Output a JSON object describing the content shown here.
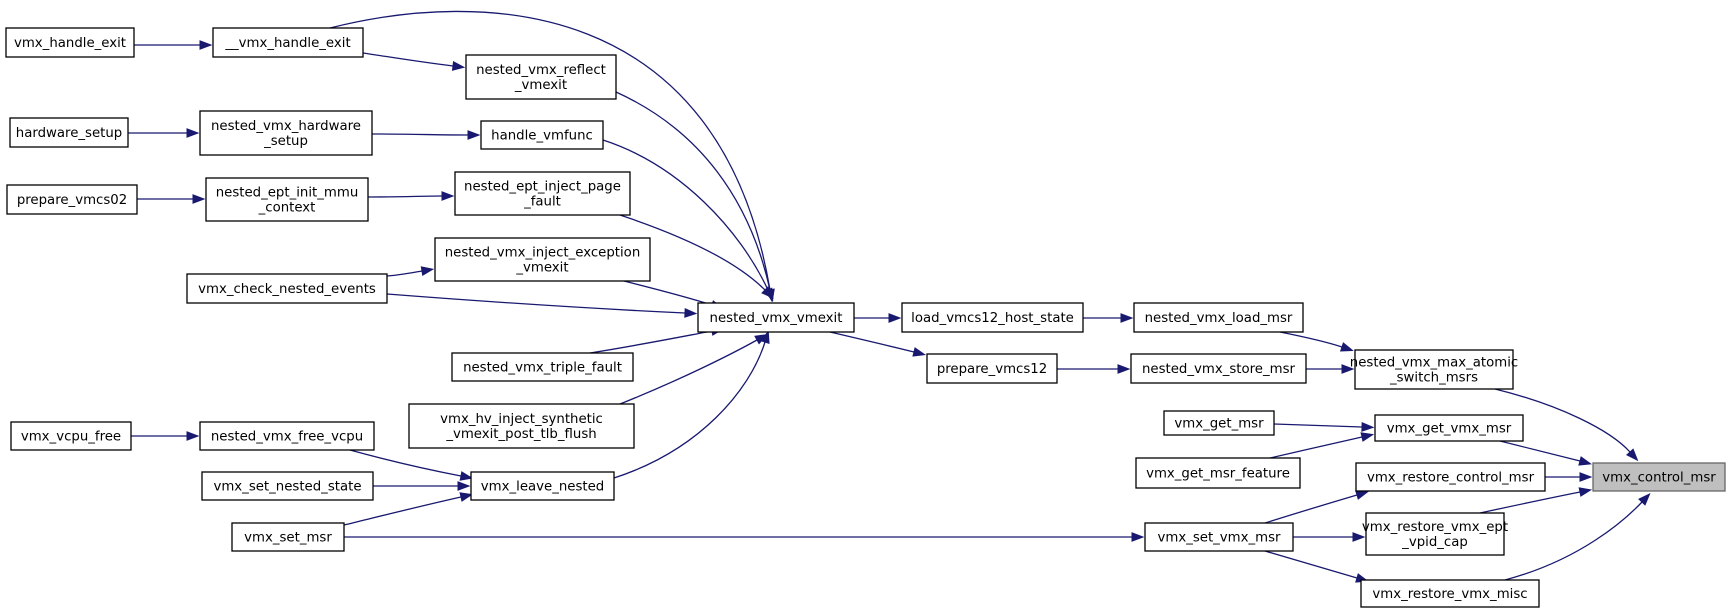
{
  "graph": {
    "direction": "right-to-left",
    "colors": {
      "edge": "#191970",
      "node_border": "#000000",
      "root_fill": "#bfbfbf",
      "root_border": "#666666"
    },
    "nodes": [
      {
        "id": "vmx_handle_exit",
        "lines": [
          "vmx_handle_exit"
        ]
      },
      {
        "id": "__vmx_handle_exit",
        "lines": [
          "__vmx_handle_exit"
        ]
      },
      {
        "id": "nested_vmx_reflect_vmexit",
        "lines": [
          "nested_vmx_reflect",
          "_vmexit"
        ]
      },
      {
        "id": "hardware_setup",
        "lines": [
          "hardware_setup"
        ]
      },
      {
        "id": "nested_vmx_hardware_setup",
        "lines": [
          "nested_vmx_hardware",
          "_setup"
        ]
      },
      {
        "id": "handle_vmfunc",
        "lines": [
          "handle_vmfunc"
        ]
      },
      {
        "id": "prepare_vmcs02",
        "lines": [
          "prepare_vmcs02"
        ]
      },
      {
        "id": "nested_ept_init_mmu_context",
        "lines": [
          "nested_ept_init_mmu",
          "_context"
        ]
      },
      {
        "id": "nested_ept_inject_page_fault",
        "lines": [
          "nested_ept_inject_page",
          "_fault"
        ]
      },
      {
        "id": "nested_vmx_inject_exception_vmexit",
        "lines": [
          "nested_vmx_inject_exception",
          "_vmexit"
        ]
      },
      {
        "id": "vmx_check_nested_events",
        "lines": [
          "vmx_check_nested_events"
        ]
      },
      {
        "id": "nested_vmx_vmexit",
        "lines": [
          "nested_vmx_vmexit"
        ]
      },
      {
        "id": "load_vmcs12_host_state",
        "lines": [
          "load_vmcs12_host_state"
        ]
      },
      {
        "id": "nested_vmx_load_msr",
        "lines": [
          "nested_vmx_load_msr"
        ]
      },
      {
        "id": "nested_vmx_triple_fault",
        "lines": [
          "nested_vmx_triple_fault"
        ]
      },
      {
        "id": "prepare_vmcs12",
        "lines": [
          "prepare_vmcs12"
        ]
      },
      {
        "id": "nested_vmx_store_msr",
        "lines": [
          "nested_vmx_store_msr"
        ]
      },
      {
        "id": "nested_vmx_max_atomic_switch_msrs",
        "lines": [
          "nested_vmx_max_atomic",
          "_switch_msrs"
        ]
      },
      {
        "id": "vmx_hv_inject_synthetic_vmexit_post_tlb_flush",
        "lines": [
          "vmx_hv_inject_synthetic",
          "_vmexit_post_tlb_flush"
        ]
      },
      {
        "id": "vmx_get_msr",
        "lines": [
          "vmx_get_msr"
        ]
      },
      {
        "id": "vmx_get_vmx_msr",
        "lines": [
          "vmx_get_vmx_msr"
        ]
      },
      {
        "id": "vmx_vcpu_free",
        "lines": [
          "vmx_vcpu_free"
        ]
      },
      {
        "id": "nested_vmx_free_vcpu",
        "lines": [
          "nested_vmx_free_vcpu"
        ]
      },
      {
        "id": "vmx_get_msr_feature",
        "lines": [
          "vmx_get_msr_feature"
        ]
      },
      {
        "id": "vmx_set_nested_state",
        "lines": [
          "vmx_set_nested_state"
        ]
      },
      {
        "id": "vmx_leave_nested",
        "lines": [
          "vmx_leave_nested"
        ]
      },
      {
        "id": "vmx_restore_control_msr",
        "lines": [
          "vmx_restore_control_msr"
        ]
      },
      {
        "id": "vmx_control_msr",
        "lines": [
          "vmx_control_msr"
        ],
        "root": true
      },
      {
        "id": "vmx_set_msr",
        "lines": [
          "vmx_set_msr"
        ]
      },
      {
        "id": "vmx_set_vmx_msr",
        "lines": [
          "vmx_set_vmx_msr"
        ]
      },
      {
        "id": "vmx_restore_vmx_ept_vpid_cap",
        "lines": [
          "vmx_restore_vmx_ept",
          "_vpid_cap"
        ]
      },
      {
        "id": "vmx_restore_vmx_misc",
        "lines": [
          "vmx_restore_vmx_misc"
        ]
      }
    ],
    "edges": [
      {
        "from": "vmx_handle_exit",
        "to": "__vmx_handle_exit"
      },
      {
        "from": "__vmx_handle_exit",
        "to": "nested_vmx_reflect_vmexit"
      },
      {
        "from": "__vmx_handle_exit",
        "to": "nested_vmx_vmexit"
      },
      {
        "from": "nested_vmx_reflect_vmexit",
        "to": "nested_vmx_vmexit"
      },
      {
        "from": "hardware_setup",
        "to": "nested_vmx_hardware_setup"
      },
      {
        "from": "nested_vmx_hardware_setup",
        "to": "handle_vmfunc"
      },
      {
        "from": "handle_vmfunc",
        "to": "nested_vmx_vmexit"
      },
      {
        "from": "prepare_vmcs02",
        "to": "nested_ept_init_mmu_context"
      },
      {
        "from": "nested_ept_init_mmu_context",
        "to": "nested_ept_inject_page_fault"
      },
      {
        "from": "nested_ept_inject_page_fault",
        "to": "nested_vmx_vmexit"
      },
      {
        "from": "vmx_check_nested_events",
        "to": "nested_vmx_inject_exception_vmexit"
      },
      {
        "from": "vmx_check_nested_events",
        "to": "nested_vmx_vmexit"
      },
      {
        "from": "nested_vmx_inject_exception_vmexit",
        "to": "nested_vmx_vmexit"
      },
      {
        "from": "nested_vmx_triple_fault",
        "to": "nested_vmx_vmexit"
      },
      {
        "from": "vmx_hv_inject_synthetic_vmexit_post_tlb_flush",
        "to": "nested_vmx_vmexit"
      },
      {
        "from": "vmx_leave_nested",
        "to": "nested_vmx_vmexit"
      },
      {
        "from": "vmx_vcpu_free",
        "to": "nested_vmx_free_vcpu"
      },
      {
        "from": "nested_vmx_free_vcpu",
        "to": "vmx_leave_nested"
      },
      {
        "from": "vmx_set_nested_state",
        "to": "vmx_leave_nested"
      },
      {
        "from": "vmx_set_msr",
        "to": "vmx_leave_nested"
      },
      {
        "from": "vmx_set_msr",
        "to": "vmx_set_vmx_msr"
      },
      {
        "from": "nested_vmx_vmexit",
        "to": "load_vmcs12_host_state"
      },
      {
        "from": "nested_vmx_vmexit",
        "to": "prepare_vmcs12"
      },
      {
        "from": "load_vmcs12_host_state",
        "to": "nested_vmx_load_msr"
      },
      {
        "from": "prepare_vmcs12",
        "to": "nested_vmx_store_msr"
      },
      {
        "from": "nested_vmx_load_msr",
        "to": "nested_vmx_max_atomic_switch_msrs"
      },
      {
        "from": "nested_vmx_store_msr",
        "to": "nested_vmx_max_atomic_switch_msrs"
      },
      {
        "from": "nested_vmx_max_atomic_switch_msrs",
        "to": "vmx_control_msr"
      },
      {
        "from": "vmx_get_msr",
        "to": "vmx_get_vmx_msr"
      },
      {
        "from": "vmx_get_msr_feature",
        "to": "vmx_get_vmx_msr"
      },
      {
        "from": "vmx_get_vmx_msr",
        "to": "vmx_control_msr"
      },
      {
        "from": "vmx_restore_control_msr",
        "to": "vmx_control_msr"
      },
      {
        "from": "vmx_set_vmx_msr",
        "to": "vmx_restore_control_msr"
      },
      {
        "from": "vmx_set_vmx_msr",
        "to": "vmx_restore_vmx_ept_vpid_cap"
      },
      {
        "from": "vmx_set_vmx_msr",
        "to": "vmx_restore_vmx_misc"
      },
      {
        "from": "vmx_restore_vmx_ept_vpid_cap",
        "to": "vmx_control_msr"
      },
      {
        "from": "vmx_restore_vmx_misc",
        "to": "vmx_control_msr"
      }
    ]
  }
}
